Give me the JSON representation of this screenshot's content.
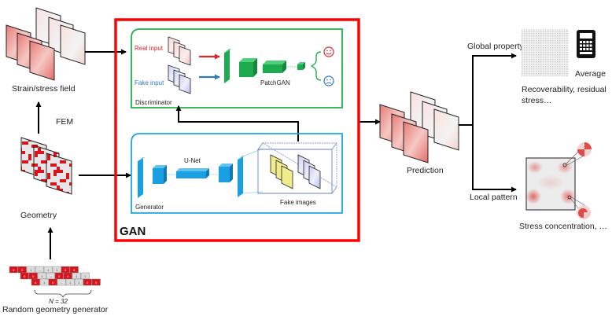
{
  "colors": {
    "gan_frame": "#ff0000",
    "discriminator_frame": "#22b14c",
    "generator_frame": "#1ea4e6",
    "real_input": "#e8232a",
    "fake_input": "#2f78c4",
    "patchgan_block": "#1eaa4e",
    "unet_block": "#1a9fe0",
    "fake_image_yellow": "#f0ec8c",
    "geometry_red": "#d9141c",
    "field_red": "#e8706c"
  },
  "left": {
    "field_label": "Strain/stress field",
    "fem_label": "FEM",
    "geometry_label": "Geometry",
    "generator_label": "Random geometry generator",
    "n_label": "N = 32",
    "row_cells": [
      [
        "0",
        "0",
        "1",
        "...",
        "1",
        "1",
        "0",
        "0"
      ],
      [
        "0",
        "0",
        "1",
        "...",
        "0",
        "0",
        "1",
        "1"
      ],
      [
        "0",
        "1",
        "0",
        "...",
        "1",
        "1",
        "0",
        "0"
      ]
    ]
  },
  "gan": {
    "title": "GAN",
    "discriminator": {
      "label": "Discriminator",
      "real_input": "Real input",
      "fake_input": "Fake input",
      "network": "PatchGAN",
      "real_face": "happy-face",
      "fake_face": "sad-face"
    },
    "generator": {
      "label": "Generator",
      "network": "U-Net",
      "output": "Fake images"
    }
  },
  "right": {
    "prediction_label": "Prediction",
    "global_label": "Global property",
    "average_label": "Average",
    "global_desc_line1": "Recoverability, residual",
    "global_desc_line2": "stress…",
    "local_label": "Local pattern",
    "local_desc": "Stress concentration, …"
  }
}
